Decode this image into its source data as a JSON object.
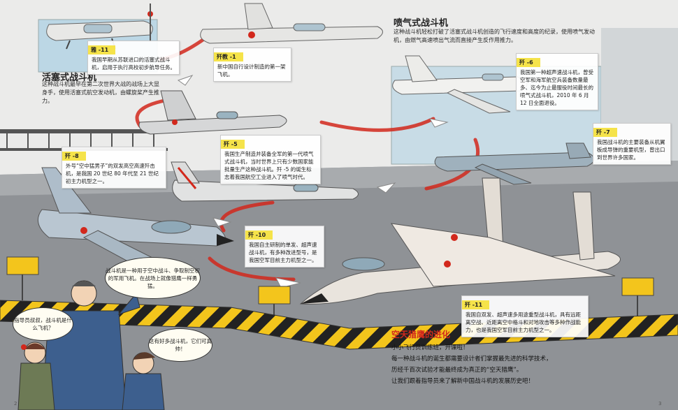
{
  "sections": {
    "piston": {
      "title": "活塞式战斗机",
      "text": "这种战斗机最早在第二次世界大战的战场上大显身手，使用活塞式航空发动机，由螺旋桨产生推力。"
    },
    "jet": {
      "title": "喷气式战斗机",
      "text": "这种战斗机轻松打破了活塞式战斗机创造的飞行速度和高度的纪录，使用喷气发动机，由燃气高速喷出气流而直接产生反作用推力。"
    }
  },
  "cards": [
    {
      "label": "雅 -11",
      "text": "我国早期从苏联进口的活塞式战斗机，启用于执行高校初步航导任务。"
    },
    {
      "label": "歼教 -1",
      "text": "新中国自行设计制造的第一架飞机。"
    },
    {
      "label": "歼 -6",
      "text": "我国第一种超声速战斗机，曾受空军和海军航空兵装备数量最多、迄今为止最服役时间最长的喷气式战斗机，2010 年 6 月 12 日全面退役。"
    },
    {
      "label": "歼 -7",
      "text": "我国战斗机的主要装备从机翼板成导弹的重要机型，曾出口到世界许多国家。"
    },
    {
      "label": "歼 -5",
      "text": "我国生产制造并装备全军的第一代喷气式战斗机，当时世界上只有少数国家能批量生产这种战斗机。歼 -5 的诞生标志着我国航空工业进入了喷气时代。"
    },
    {
      "label": "歼 -8",
      "text": "外号“空中猛男子”的双发高空高速歼击机，是我国 20 世纪 80 年代至 21 世纪初主力机型之一。"
    },
    {
      "label": "歼 -10",
      "text": "我国自主研制的单发、超声速战斗机，有多种改进型号，是我国空军目前主力机型之一。"
    },
    {
      "label": "歼 -11",
      "text": "我国自双发、超声速多用途重型战斗机，具有远距离空战、近距离空中格斗和对地攻击等多种作战能力，也是我国空军目前主力机型之一。"
    }
  ],
  "bubbles": {
    "guide": "战斗机是一种用于空中战斗、争取制空权的军用飞机。在战场上就像猎鹰一样勇猛。",
    "girl": "指导员叔叔，战斗机是什么飞机？",
    "boy": "这有好多战斗机，它们可真帅！"
  },
  "evolution": {
    "title": "空天猎鹰的进化",
    "lines": [
      "小小飞行员训练班，开课啦！",
      "每一种战斗机的诞生都需要设计者们掌握最先进的科学技术，",
      "历经千百次试验才能最终成为真正的“空天猎鹰”。",
      "让我们跟着指导员来了解新中国战斗机的发展历史吧！"
    ]
  },
  "pages": {
    "left": "2",
    "right": "3"
  },
  "colors": {
    "accent_red": "#d2281c",
    "label_yellow": "#f5e34a",
    "hazard_yellow": "#f3c51c",
    "floor_gray": "#8f9296"
  }
}
